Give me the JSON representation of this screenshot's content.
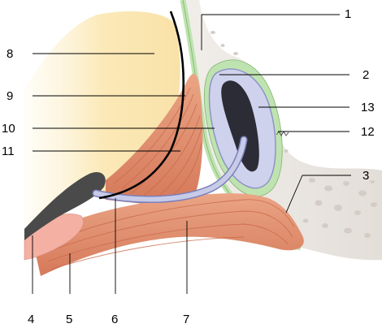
{
  "labels": {
    "l1": "1",
    "l2": "2",
    "l3": "3",
    "l4": "4",
    "l5": "5",
    "l6": "6",
    "l7": "7",
    "l8": "8",
    "l9": "9",
    "l10": "10",
    "l11": "11",
    "l12": "12",
    "l13": "13"
  },
  "colors": {
    "bone": "#ece8e3",
    "bone_pore": "#d3cdc6",
    "periosteum": "#bfe3b0",
    "fat_yellow": "#fbe8b6",
    "muscle": "#e59a7a",
    "muscle_dark": "#c9684a",
    "sac_fill": "#cfd2ec",
    "sac_outline": "#8f93c6",
    "lumen": "#2c2c36",
    "canaliculus": "#c7cbe8",
    "tissue_pink": "#f4b0a3",
    "dark_gray": "#4a4a4a"
  }
}
